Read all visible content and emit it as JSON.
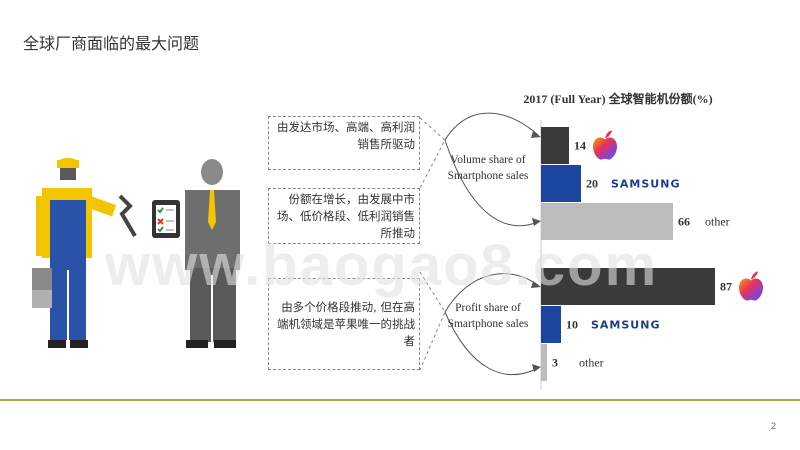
{
  "slide": {
    "title": "全球厂商面临的最大问题",
    "page_number": "2",
    "watermark": "www.baogao8.com"
  },
  "callouts": [
    {
      "text": "由发达市场、高端、高利润销售所驱动"
    },
    {
      "text": "份额在增长，由发展中市场、低价格段、低利润销售所推动"
    },
    {
      "text": "由多个价格段推动, 但在高端机领域是苹果唯一的挑战者"
    }
  ],
  "center_labels": [
    {
      "text": "Volume share of Smartphone sales"
    },
    {
      "text": "Profit share of Smartphone sales"
    }
  ],
  "colors": {
    "apple": "#3a3a3a",
    "samsung": "#1a46a0",
    "other": "#bcbcbc",
    "rule": "#b8a64a"
  },
  "chart_data": {
    "type": "bar",
    "title": "2017 (Full Year) 全球智能机份额(%)",
    "groups": [
      {
        "name": "Volume share of Smartphone sales",
        "bars": [
          {
            "brand": "apple",
            "value": 14
          },
          {
            "brand": "Samsung",
            "label": "SAMSUNG",
            "value": 20
          },
          {
            "brand": "other",
            "label": "other",
            "value": 66
          }
        ]
      },
      {
        "name": "Profit share of Smartphone sales",
        "bars": [
          {
            "brand": "apple",
            "value": 87
          },
          {
            "brand": "Samsung",
            "label": "SAMSUNG",
            "value": 10
          },
          {
            "brand": "other",
            "label": "other",
            "value": 3
          }
        ]
      }
    ]
  }
}
